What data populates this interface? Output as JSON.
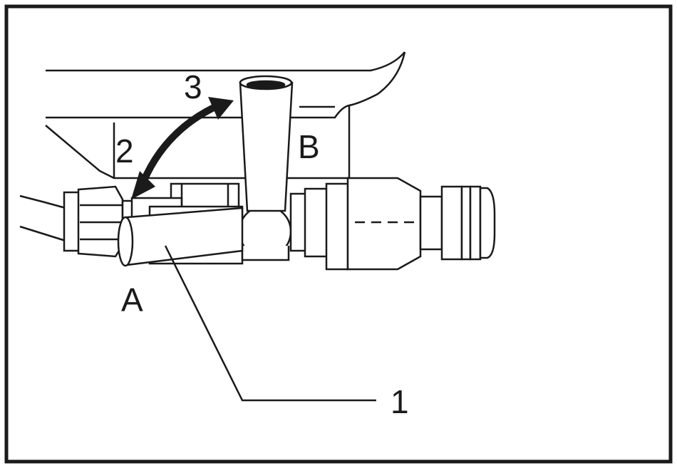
{
  "labels": {
    "part_number": "1",
    "step_2": "2",
    "step_3": "3",
    "position_a": "A",
    "position_b": "B"
  },
  "colors": {
    "line": "#1a1a1a",
    "fill": "#ffffff"
  }
}
